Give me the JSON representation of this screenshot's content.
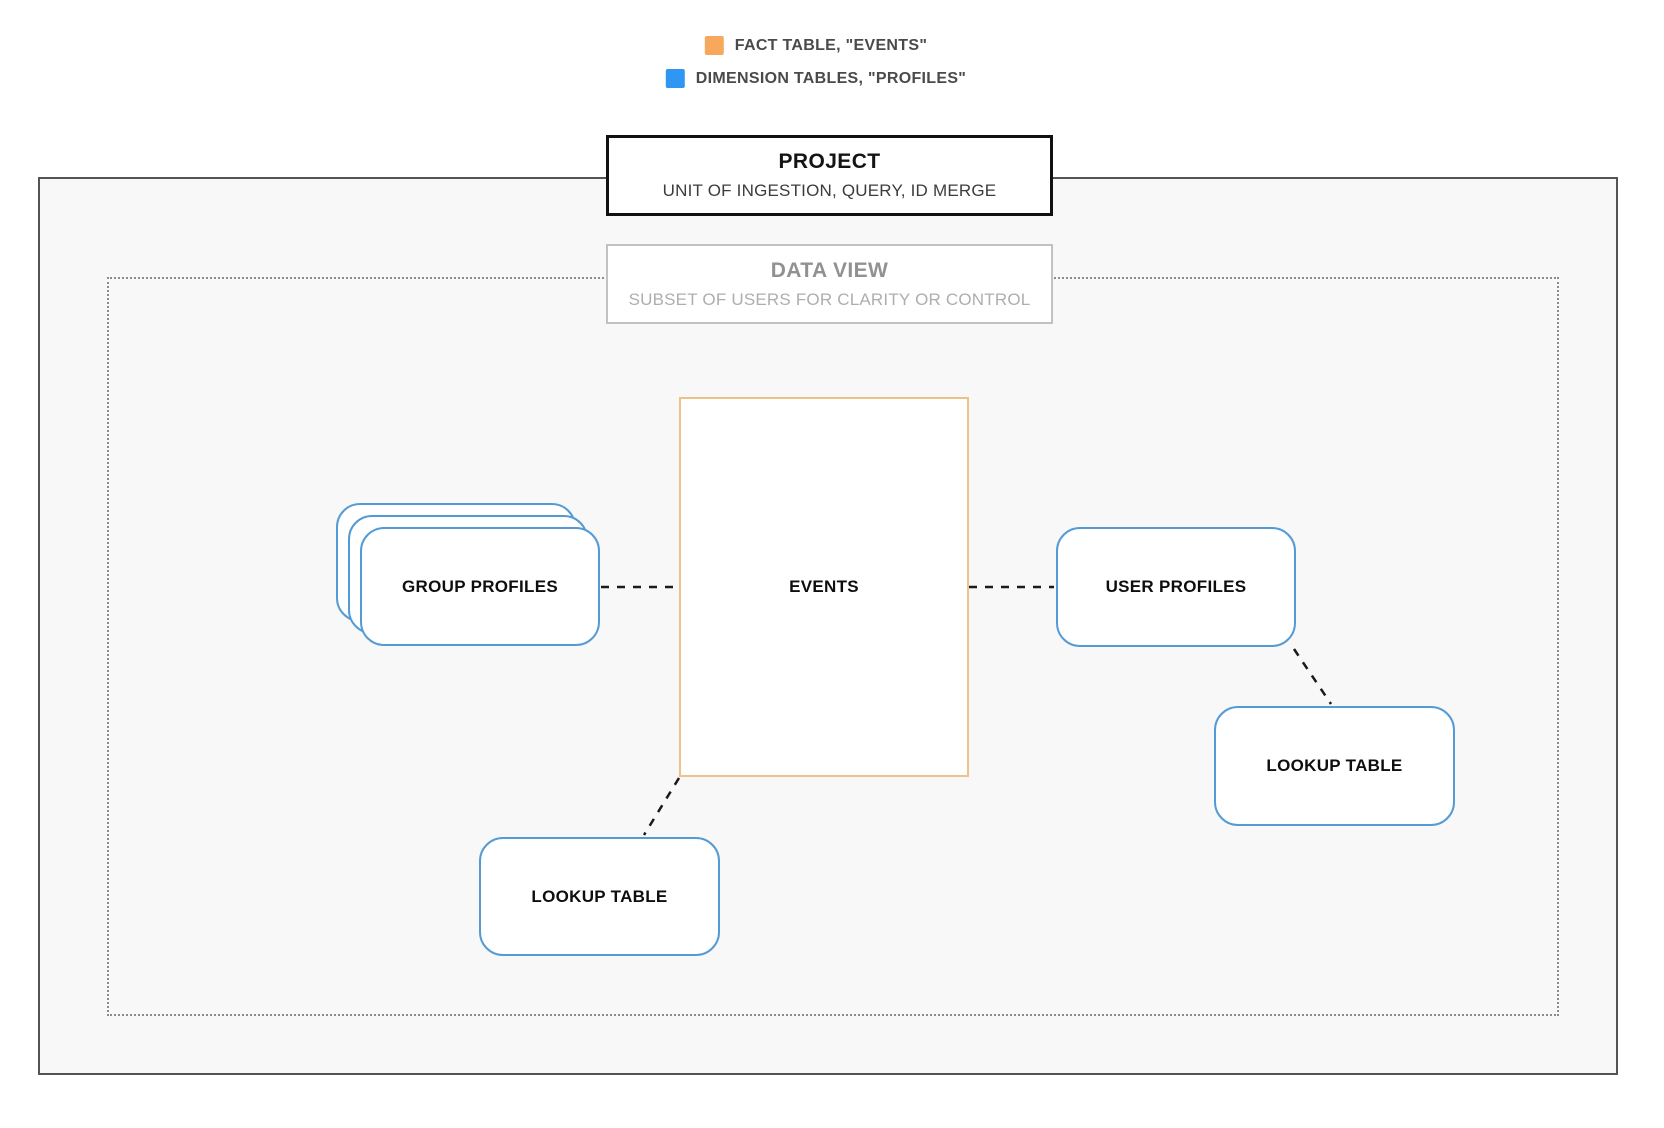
{
  "legend": {
    "items": [
      {
        "id": "fact-table",
        "label": "FACT TABLE, \"EVENTS\"",
        "color": "#F6A95C"
      },
      {
        "id": "dimension-tables",
        "label": "DIMENSION TABLES, \"PROFILES\"",
        "color": "#2F96F3"
      }
    ]
  },
  "project_header": {
    "title": "PROJECT",
    "subtitle": "UNIT OF INGESTION, QUERY, ID MERGE"
  },
  "data_view_header": {
    "title": "DATA VIEW",
    "subtitle": "SUBSET OF USERS FOR CLARITY OR CONTROL"
  },
  "nodes": {
    "events": {
      "label": "EVENTS"
    },
    "group_profiles": {
      "label": "GROUP PROFILES"
    },
    "user_profiles": {
      "label": "USER PROFILES"
    },
    "lookup_table_left": {
      "label": "LOOKUP TABLE"
    },
    "lookup_table_right": {
      "label": "LOOKUP TABLE"
    }
  },
  "colors": {
    "fact_border": "#ECC28A",
    "dimension_border": "#549BD5",
    "connector": "#1A1A1A"
  }
}
